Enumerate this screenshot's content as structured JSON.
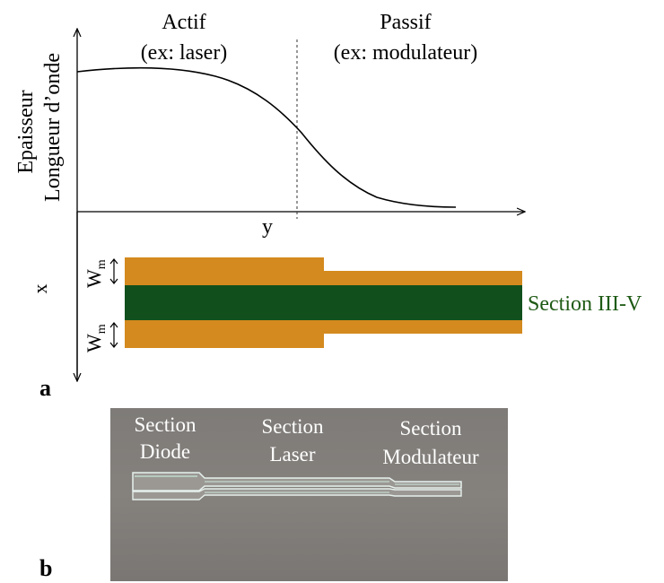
{
  "panel_a": {
    "letter": "a",
    "region_left_title": "Actif",
    "region_left_sub": "(ex: laser)",
    "region_right_title": "Passif",
    "region_right_sub": "(ex: modulateur)",
    "ylabel_line1": "Epaisseur",
    "ylabel_line2": "Longueur d’onde",
    "x_axis_label": "y",
    "vertical_axis_label": "x",
    "wm_label_top": "W",
    "wm_label_bottom": "W",
    "wm_subscript": "m",
    "section_label": "Section III-V"
  },
  "panel_b": {
    "letter": "b",
    "label_diode_1": "Section",
    "label_diode_2": "Diode",
    "label_laser_1": "Section",
    "label_laser_2": "Laser",
    "label_mod_1": "Section",
    "label_mod_2": "Modulateur"
  },
  "colors": {
    "cladding": "#D48A1E",
    "core": "#11501C",
    "section_label": "#1E5A14",
    "photo_bg": "#807C78"
  }
}
